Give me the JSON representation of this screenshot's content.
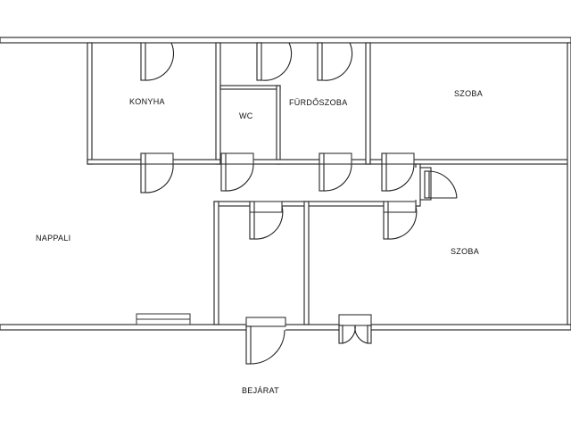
{
  "rooms": {
    "konyha": "KONYHA",
    "wc": "WC",
    "furdoszoba": "FÜRDŐSZOBA",
    "szoba_top": "SZOBA",
    "nappali": "NAPPALI",
    "szoba_bottom": "SZOBA",
    "bejarat": "BEJÁRAT"
  }
}
